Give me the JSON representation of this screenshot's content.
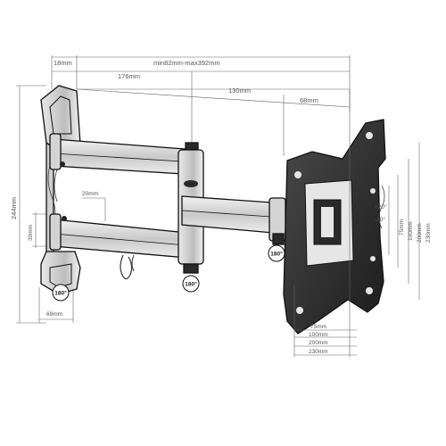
{
  "dimensions": {
    "arm_range": "min82mm-max392mm",
    "wall_offset": "18mm",
    "arm1": "176mm",
    "arm2": "130mm",
    "head": "68mm",
    "plate_height": "244mm",
    "arm_spacing": "30mm",
    "gap": "20mm",
    "plate_width": "69mm",
    "tilt_up": "+20°",
    "tilt_down": "-20°",
    "vesa_v": [
      "75mm",
      "100mm",
      "200mm",
      "230mm"
    ],
    "vesa_h": [
      "75mm",
      "100mm",
      "200mm",
      "230mm"
    ]
  },
  "badges": {
    "wall_swivel": "180°",
    "arm_swivel": "180°",
    "head_swivel": "180°"
  },
  "colors": {
    "metal_dark": "#2a2a2a",
    "metal_light": "#d9d9d9",
    "outline": "#111111",
    "dim_line": "#666666"
  }
}
